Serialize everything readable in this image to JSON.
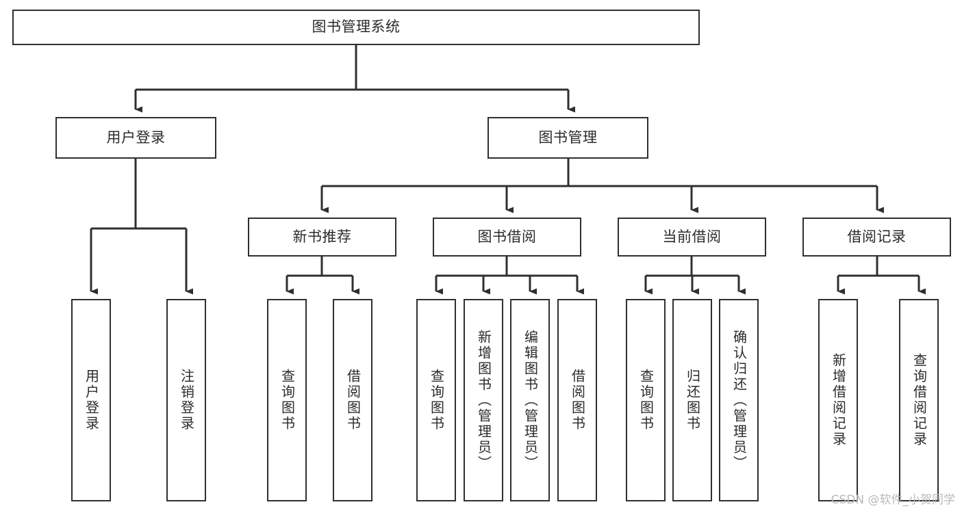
{
  "diagram": {
    "title": "图书管理系统",
    "type": "tree-hierarchy",
    "root": {
      "id": "root",
      "label": "图书管理系统"
    },
    "level2": [
      {
        "id": "user-login",
        "label": "用户登录"
      },
      {
        "id": "book-manage",
        "label": "图书管理"
      }
    ],
    "level3": [
      {
        "id": "new-book-recommend",
        "label": "新书推荐"
      },
      {
        "id": "book-borrow",
        "label": "图书借阅"
      },
      {
        "id": "current-borrow",
        "label": "当前借阅"
      },
      {
        "id": "borrow-record",
        "label": "借阅记录"
      }
    ],
    "leaves": {
      "user_login": [
        {
          "id": "leaf-user-login",
          "label": "用户登录"
        },
        {
          "id": "leaf-logout-login",
          "label": "注销登录"
        }
      ],
      "new_book_recommend": [
        {
          "id": "leaf-query-book-1",
          "label": "查询图书"
        },
        {
          "id": "leaf-borrow-book-1",
          "label": "借阅图书"
        }
      ],
      "book_borrow": [
        {
          "id": "leaf-query-book-2",
          "label": "查询图书"
        },
        {
          "id": "leaf-add-book",
          "label": "新增图书（管理员）"
        },
        {
          "id": "leaf-edit-book",
          "label": "编辑图书（管理员）"
        },
        {
          "id": "leaf-borrow-book-2",
          "label": "借阅图书"
        }
      ],
      "current_borrow": [
        {
          "id": "leaf-query-book-3",
          "label": "查询图书"
        },
        {
          "id": "leaf-return-book",
          "label": "归还图书"
        },
        {
          "id": "leaf-confirm-return",
          "label": "确认归还（管理员）"
        }
      ],
      "borrow_record": [
        {
          "id": "leaf-add-record",
          "label": "新增借阅记录"
        },
        {
          "id": "leaf-query-record",
          "label": "查询借阅记录"
        }
      ]
    }
  },
  "watermark": {
    "text": "CSDN @软件_小贺同学"
  },
  "colors": {
    "box_border": "#2f2f2f",
    "box_fill": "#ffffff",
    "connector": "#2f2f2f",
    "text": "#2b2b2b",
    "watermark": "#b9b9b9",
    "background": "#ffffff"
  }
}
